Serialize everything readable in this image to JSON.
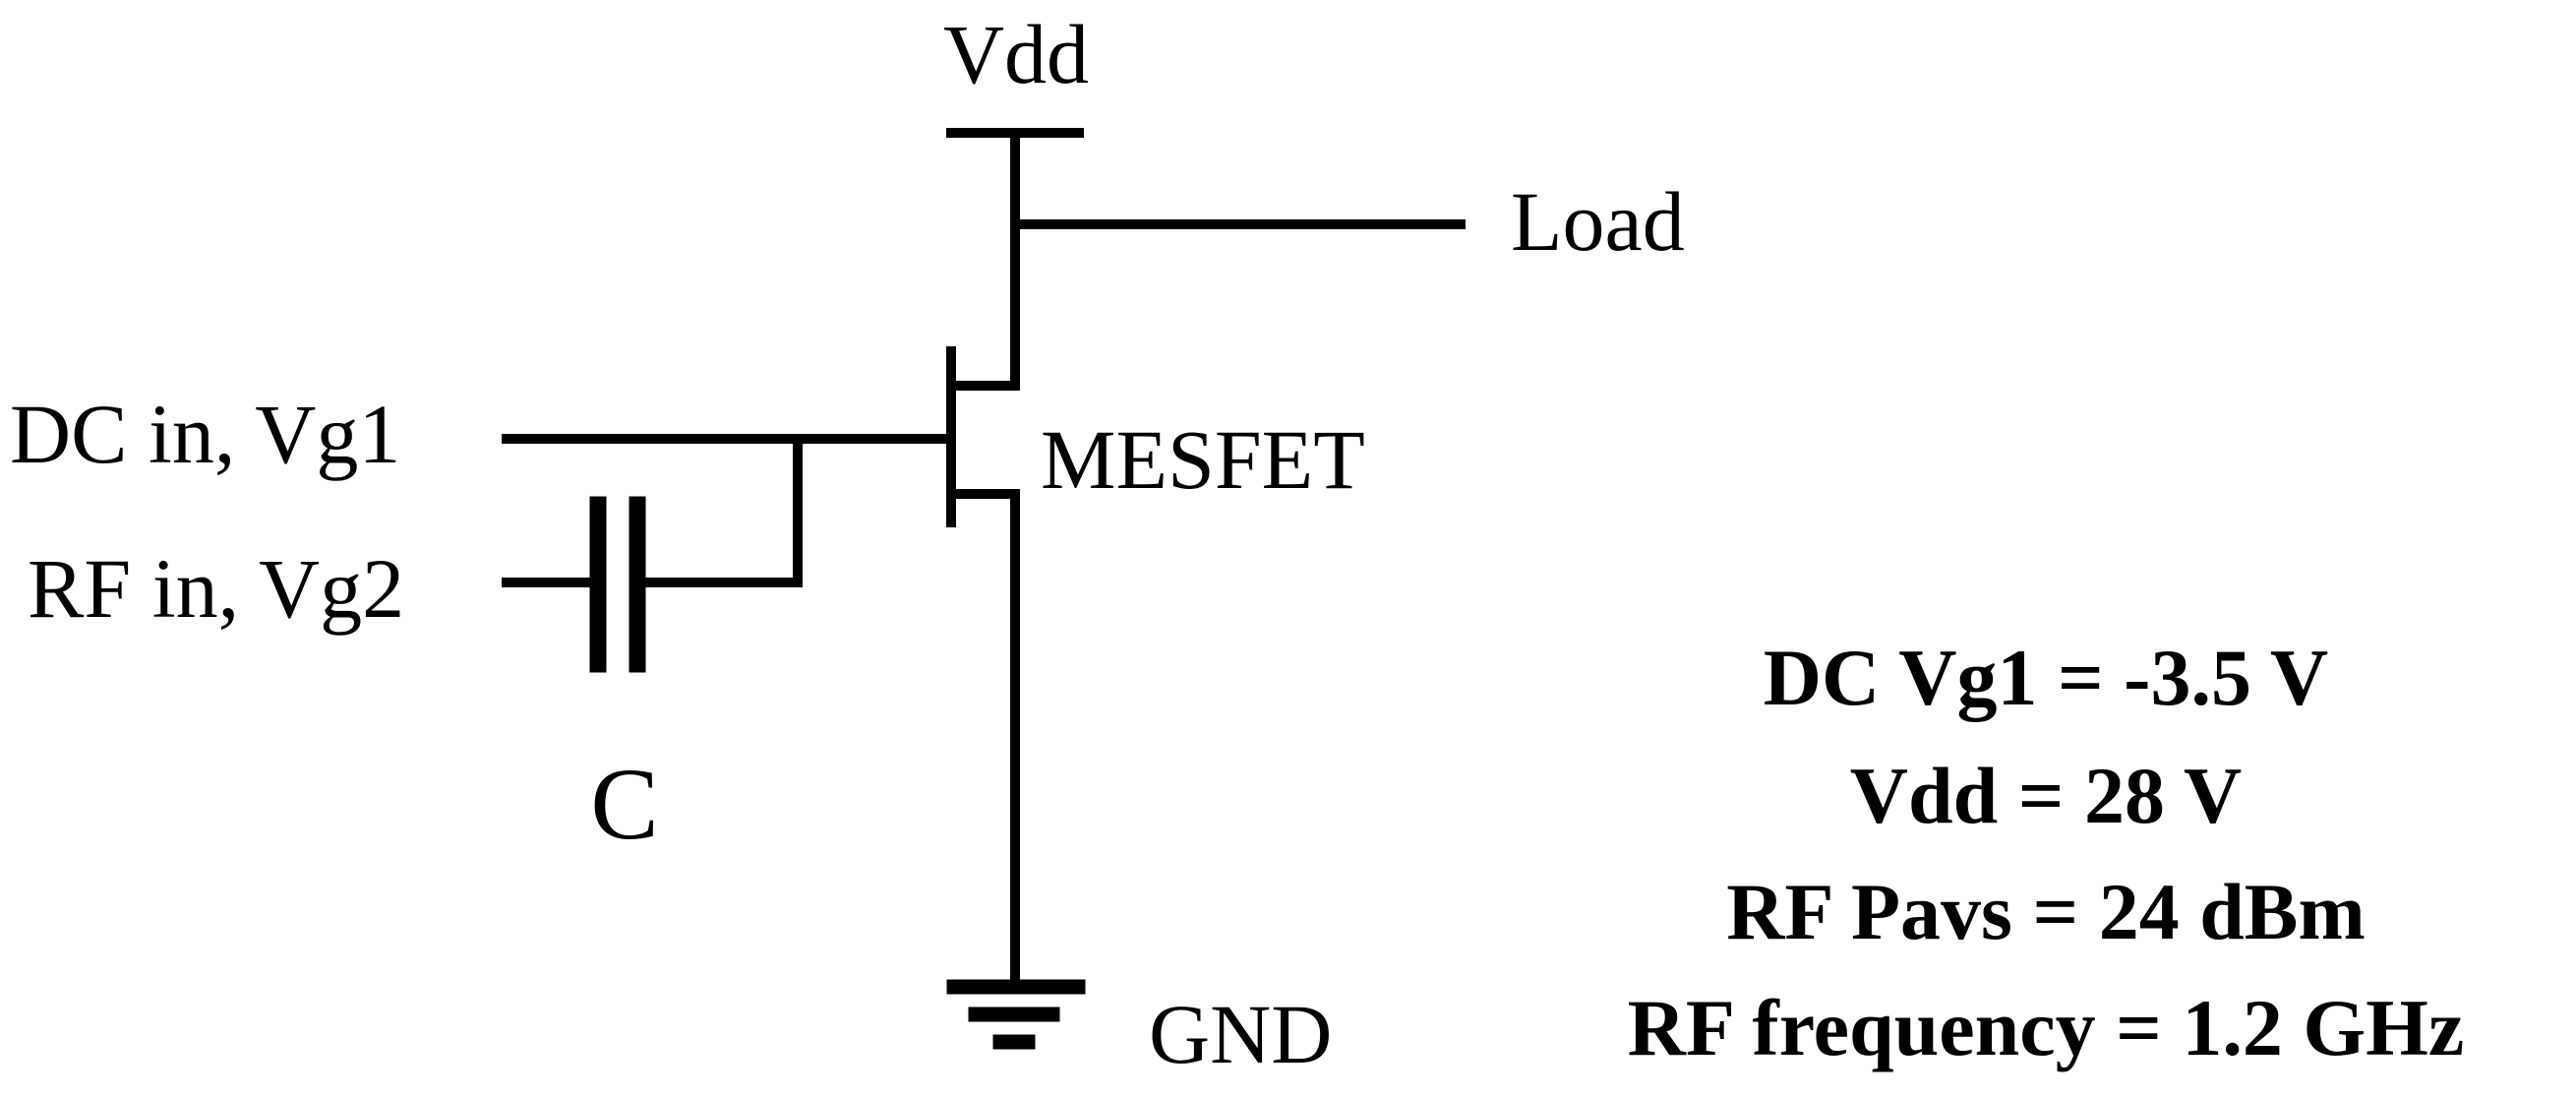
{
  "labels": {
    "vdd": "Vdd",
    "load": "Load",
    "dc_in": "DC in, Vg1",
    "rf_in": "RF in, Vg2",
    "transistor": "MESFET",
    "capacitor": "C",
    "ground": "GND"
  },
  "parameters": [
    "DC Vg1 = -3.5 V",
    "Vdd = 28 V",
    "RF Pavs = 24 dBm",
    "RF frequency = 1.2 GHz"
  ]
}
